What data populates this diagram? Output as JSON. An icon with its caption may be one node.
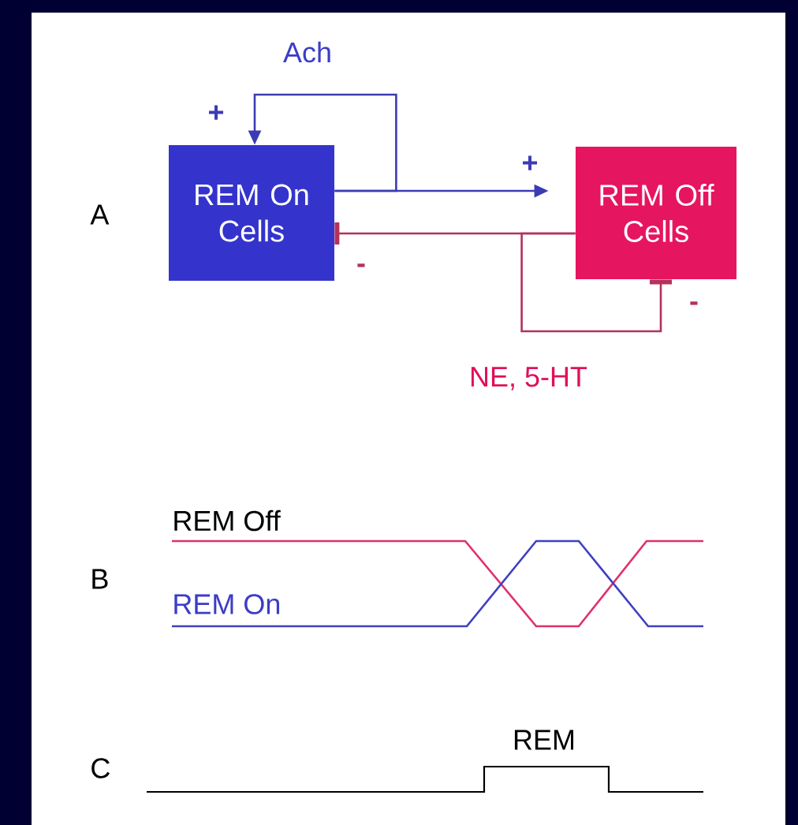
{
  "diagram": {
    "nodes": [
      {
        "text": [
          "REM On Cells"
        ]
      },
      {
        "text": [
          "REM Off Cells"
        ]
      }
    ],
    "edges": [
      {
        "from": 0,
        "to": 1,
        "arrow": "to",
        "label": "+",
        "color": "#3c3cb4"
      },
      {
        "from": 0,
        "to": 0,
        "arrow": "to",
        "label": "+",
        "color": "#3c3cb4"
      },
      {
        "from": 1,
        "to": 0,
        "arrow": "other",
        "label": "-",
        "color": "#b4325a"
      },
      {
        "from": 1,
        "to": 1,
        "arrow": "other",
        "label": "-",
        "color": "#b4325a"
      }
    ],
    "labels": [
      "A",
      "Ach",
      "NE, 5-HT",
      "B",
      "REM Off",
      "REM On",
      "C",
      "REM"
    ]
  }
}
